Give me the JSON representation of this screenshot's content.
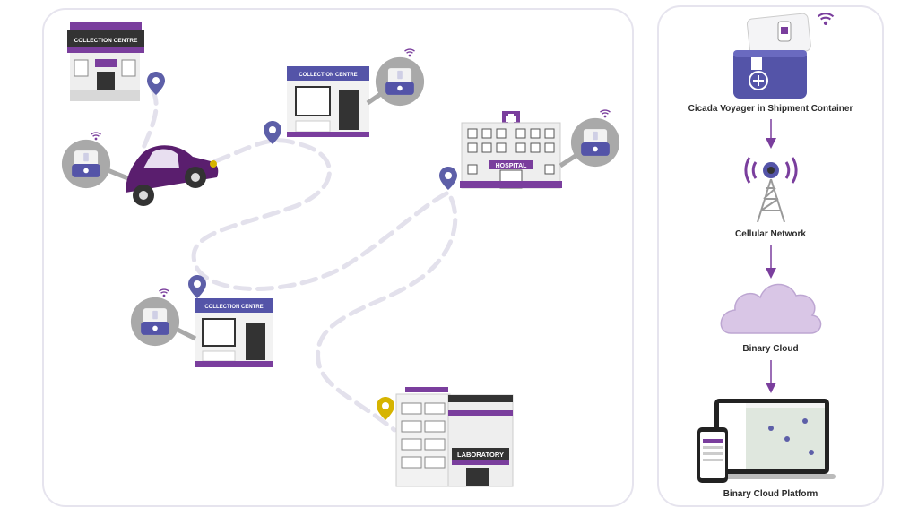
{
  "route": {
    "collection_centre_label": "COLLECTION CENTRE",
    "hospital_label": "HOSPITAL",
    "laboratory_label": "LABORATORY"
  },
  "flow": {
    "step1": "Cicada Voyager in Shipment Container",
    "step2": "Cellular Network",
    "step3": "Binary Cloud",
    "step4": "Binary Cloud Platform"
  },
  "colors": {
    "purple": "#7a3e9d",
    "indigo": "#5454a8",
    "grey": "#b3b3b3",
    "dark": "#333333",
    "gold": "#d6b400",
    "pin": "#5d5fa8",
    "route": "#e3e1ec"
  }
}
